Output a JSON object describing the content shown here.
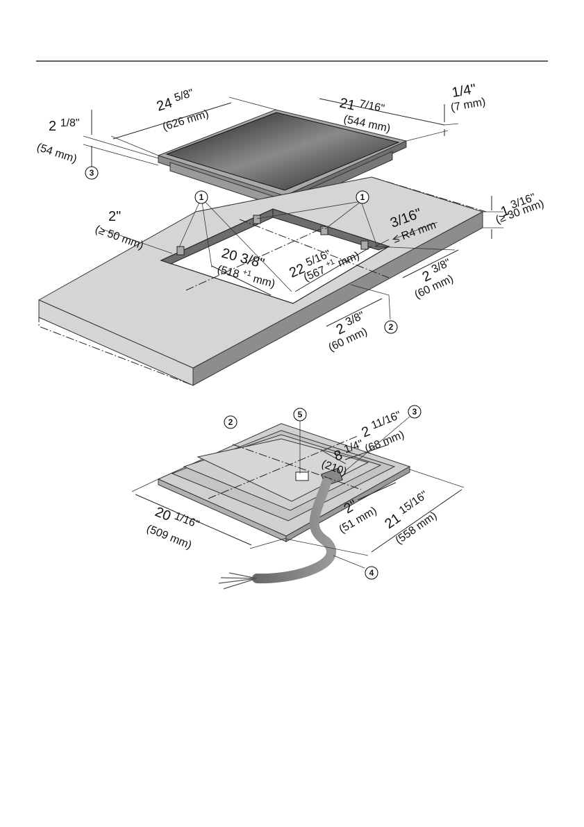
{
  "figure": {
    "hob_dims": {
      "width_in": "24",
      "width_frac": "5/8\"",
      "width_mm": "(626 mm)",
      "depth_in": "21",
      "depth_frac": "7/16\"",
      "depth_mm": "(544 mm)",
      "thick_in": "1/4\"",
      "thick_mm": "(7 mm)",
      "height_in": "2",
      "height_frac": "1/8\"",
      "height_mm": "(54 mm)"
    },
    "cutout_dims": {
      "edge_in": "2\"",
      "edge_mm": "(≥ 50 mm)",
      "depth_in": "20 3/8\"",
      "depth_mm": "(518",
      "depth_tol": "+1",
      "depth_mm_end": "mm)",
      "width_in": "22",
      "width_frac": "5/16\"",
      "width_mm": "(567",
      "width_tol": "+1",
      "width_mm_end": "mm)",
      "radius_in": "3/16\"",
      "radius_mm": "≤ R4 mm",
      "counter_in": "1",
      "counter_frac": "3/16\"",
      "counter_mm": "(≥ 30 mm)",
      "side_right_in": "2",
      "side_right_frac": "3/8\"",
      "side_right_mm": "(60 mm)",
      "side_front_in": "2",
      "side_front_frac": "3/8\"",
      "side_front_mm": "(60 mm)"
    },
    "underside_dims": {
      "width_in": "20",
      "width_frac": "1/16\"",
      "width_mm": "(509 mm)",
      "depth_in": "21",
      "depth_frac": "15/16\"",
      "depth_mm": "(558 mm)",
      "conn_x_in": "8",
      "conn_x_frac": "1/4\"",
      "conn_x_mm": "(210)",
      "conn_y_in": "2",
      "conn_y_frac": "11/16\"",
      "conn_y_mm": "(68 mm)",
      "conn_z_in": "2\"",
      "conn_z_mm": "(51 mm)"
    },
    "callouts": [
      "1",
      "2",
      "3",
      "4",
      "5"
    ]
  }
}
